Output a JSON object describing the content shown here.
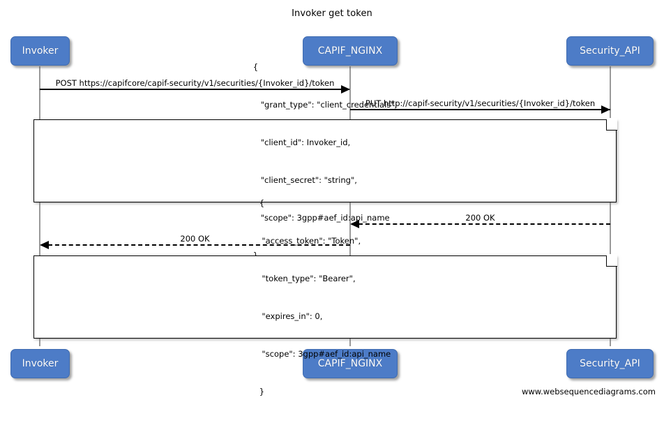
{
  "diagram": {
    "title": "Invoker get token",
    "footer": "www.websequencediagrams.com",
    "colors": {
      "participant_fill": "#4d7cc7",
      "participant_text": "#ffffff",
      "lifeline": "#9a9a9a",
      "line": "#000000",
      "note_fill": "#ffffff",
      "background": "#ffffff"
    }
  },
  "participants": [
    {
      "id": "invoker",
      "label": "Invoker"
    },
    {
      "id": "capif_nginx",
      "label": "CAPIF_NGINX"
    },
    {
      "id": "security_api",
      "label": "Security_API"
    }
  ],
  "participants_bottom": [
    {
      "id": "invoker-bottom",
      "label": "Invoker"
    },
    {
      "id": "capif_nginx-bottom",
      "label": "CAPIF_NGINX"
    },
    {
      "id": "security_api-bottom",
      "label": "Security_API"
    }
  ],
  "messages": [
    {
      "id": "msg-post-token",
      "label": "POST https://capifcore/capif-security/v1/securities/{Invoker_id}/token",
      "from": "invoker",
      "to": "capif_nginx",
      "direction": "right",
      "style": "solid"
    },
    {
      "id": "msg-put-token",
      "label": "PUT http://capif-security/v1/securities/{Invoker_id}/token",
      "from": "capif_nginx",
      "to": "security_api",
      "direction": "right",
      "style": "solid"
    },
    {
      "id": "msg-200-ok-security",
      "label": "200 OK",
      "from": "security_api",
      "to": "capif_nginx",
      "direction": "left",
      "style": "dashed"
    },
    {
      "id": "msg-200-ok-invoker",
      "label": "200 OK",
      "from": "capif_nginx",
      "to": "invoker",
      "direction": "left",
      "style": "dashed"
    }
  ],
  "notes": [
    {
      "id": "note-request-body",
      "lines": [
        "{",
        "   \"grant_type\": \"client_credentials\",",
        "   \"client_id\": Invoker_id,",
        "   \"client_secret\": \"string\",",
        "   \"scope\": 3gpp#aef_id:api_name",
        "}"
      ]
    },
    {
      "id": "note-response-body",
      "lines": [
        "{",
        " \"access_token\": \"Token\",",
        " \"token_type\": \"Bearer\",",
        " \"expires_in\": 0,",
        " \"scope\": 3gpp#aef_id:api_name",
        "}"
      ]
    }
  ]
}
